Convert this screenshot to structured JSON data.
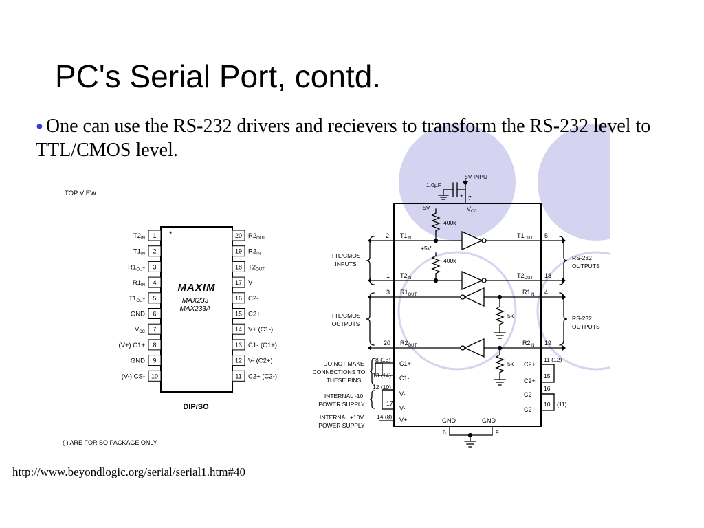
{
  "slide": {
    "title": "PC's Serial Port, contd.",
    "bullet": "One can use the RS-232 drivers and recievers to transform the RS-232 level to TTL/CMOS level.",
    "source_url": "http://www.beyondlogic.org/serial/serial1.htm#40",
    "accent_color": "#d4d4f0",
    "bullet_color": "#3a3ad8"
  },
  "pinout": {
    "top_view": "TOP VIEW",
    "package": "DIP/SO",
    "footnote": "( ) ARE FOR SO PACKAGE ONLY.",
    "logo": "MAXIM",
    "part_1": "MAX233",
    "part_2": "MAX233A",
    "left_pins": [
      {
        "num": "1",
        "main": "T2",
        "sub": "IN",
        "pre": ""
      },
      {
        "num": "2",
        "main": "T1",
        "sub": "IN",
        "pre": ""
      },
      {
        "num": "3",
        "main": "R1",
        "sub": "OUT",
        "pre": ""
      },
      {
        "num": "4",
        "main": "R1",
        "sub": "IN",
        "pre": ""
      },
      {
        "num": "5",
        "main": "T1",
        "sub": "OUT",
        "pre": ""
      },
      {
        "num": "6",
        "main": "GND",
        "sub": "",
        "pre": ""
      },
      {
        "num": "7",
        "main": "V",
        "sub": "CC",
        "pre": ""
      },
      {
        "num": "8",
        "main": "C1+",
        "sub": "",
        "pre": "(V+) "
      },
      {
        "num": "9",
        "main": "GND",
        "sub": "",
        "pre": ""
      },
      {
        "num": "10",
        "main": "CS-",
        "sub": "",
        "pre": "(V-) "
      }
    ],
    "right_pins": [
      {
        "num": "20",
        "main": "R2",
        "sub": "OUT",
        "post": ""
      },
      {
        "num": "19",
        "main": "R2",
        "sub": "IN",
        "post": ""
      },
      {
        "num": "18",
        "main": "T2",
        "sub": "OUT",
        "post": ""
      },
      {
        "num": "17",
        "main": "V-",
        "sub": "",
        "post": ""
      },
      {
        "num": "16",
        "main": "C2-",
        "sub": "",
        "post": ""
      },
      {
        "num": "15",
        "main": "C2+",
        "sub": "",
        "post": ""
      },
      {
        "num": "14",
        "main": "V+",
        "sub": "",
        "post": " (C1-)"
      },
      {
        "num": "13",
        "main": "C1-",
        "sub": "",
        "post": " (C1+)"
      },
      {
        "num": "12",
        "main": "V-",
        "sub": "",
        "post": " (C2+)"
      },
      {
        "num": "11",
        "main": "C2+",
        "sub": "",
        "post": " (C2-)"
      }
    ]
  },
  "circuit": {
    "input_5v": "+5V INPUT",
    "cap": "1.0µF",
    "plus": "+",
    "pin7": "7",
    "vcc": "V",
    "vcc_sub": "CC",
    "p5v": "+5V",
    "r400k": "400k",
    "r5k": "5k",
    "gnd": "GND",
    "ttl_inputs_1": "TTL/CMOS",
    "ttl_inputs_2": "INPUTS",
    "ttl_outputs_1": "TTL/CMOS",
    "ttl_outputs_2": "OUTPUTS",
    "rs232_1": "RS-232",
    "rs232_2": "OUTPUTS",
    "dnm_1": "DO NOT MAKE",
    "dnm_2": "CONNECTIONS TO",
    "dnm_3": "THESE PINS",
    "int_neg_1": "INTERNAL -10",
    "int_neg_2": "POWER SUPPLY",
    "int_pos_1": "INTERNAL +10V",
    "int_pos_2": "POWER SUPPLY",
    "t1": "T1",
    "t2": "T2",
    "r1": "R1",
    "r2": "R2",
    "in": "IN",
    "out": "OUT",
    "c1p": "C1+",
    "c1m": "C1-",
    "vm": "V-",
    "vp": "V+",
    "c2p": "C2+",
    "c2m": "C2-",
    "pins": {
      "p2": "2",
      "p1": "1",
      "p3": "3",
      "p20": "20",
      "p5": "5",
      "p18": "18",
      "p4": "4",
      "p19": "19",
      "p8": "8 (13)",
      "p13": "13 (14)",
      "p12": "12 (10)",
      "p17": "17",
      "p14": "14 (8)",
      "p11": "11 (12)",
      "p15": "15",
      "p16": "16",
      "p10": "10",
      "p10b": "(11)",
      "p6": "6",
      "p9": "9"
    }
  }
}
